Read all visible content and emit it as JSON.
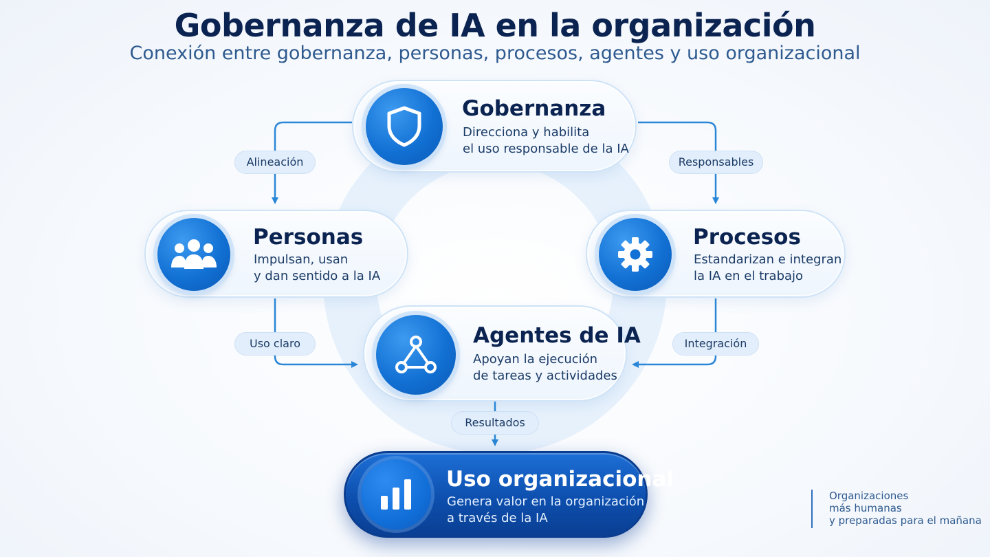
{
  "header": {
    "title": "Gobernanza de IA en la organización",
    "subtitle": "Conexión entre gobernanza, personas, procesos, agentes y uso organizacional"
  },
  "nodes": {
    "gobernanza": {
      "title": "Gobernanza",
      "desc_line1": "Direcciona y habilita",
      "desc_line2": "el uso responsable de la IA",
      "icon": "shield-icon"
    },
    "personas": {
      "title": "Personas",
      "desc_line1": "Impulsan, usan",
      "desc_line2": "y dan sentido a la IA",
      "icon": "people-icon"
    },
    "procesos": {
      "title": "Procesos",
      "desc_line1": "Estandarizan e integran",
      "desc_line2": "la IA en el trabajo",
      "icon": "gear-icon"
    },
    "agentes": {
      "title": "Agentes de IA",
      "desc_line1": "Apoyan la ejecución",
      "desc_line2": "de tareas y actividades",
      "icon": "network-icon"
    },
    "uso": {
      "title": "Uso organizacional",
      "desc_line1": "Genera valor en la organización",
      "desc_line2": "a través de la IA",
      "icon": "bar-chart-icon"
    }
  },
  "connectors": {
    "alineacion": "Alineación",
    "responsables": "Responsables",
    "uso_claro": "Uso claro",
    "integracion": "Integración",
    "resultados": "Resultados"
  },
  "footer": {
    "line1": "Organizaciones",
    "line2": "más humanas",
    "line3": "y preparadas para el mañana"
  },
  "colors": {
    "primary": "#1271d4",
    "dark_navy": "#0b2350",
    "connector": "#2a86d6",
    "pill_bg": "#e2eefb"
  }
}
